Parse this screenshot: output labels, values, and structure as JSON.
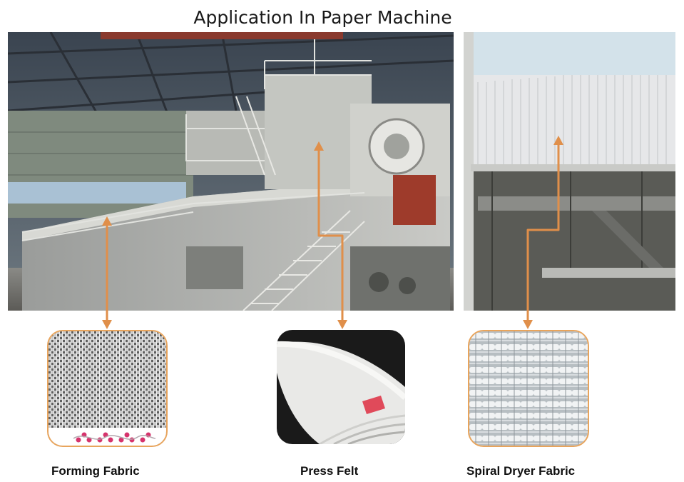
{
  "title": "Application In Paper Machine",
  "captions": {
    "forming": "Forming Fabric",
    "press": "Press Felt",
    "spiral": "Spiral Dryer Fabric"
  },
  "colors": {
    "arrow": "#e08f4a",
    "thumb_border": "#e8a45c",
    "forming_dots": "#d6336c",
    "felt_tag": "#e04a5a"
  },
  "icons": [
    "double-headed-arrow"
  ]
}
